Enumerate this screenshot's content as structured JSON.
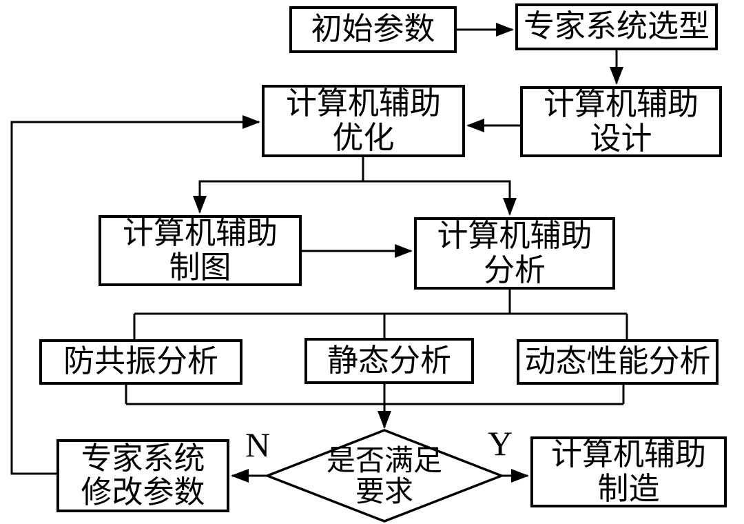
{
  "diagram": {
    "type": "flowchart",
    "colors": {
      "line": "#000000",
      "node_fill": "#ffffff",
      "background": "#ffffff"
    },
    "nodes": {
      "initial_params": {
        "label": "初始参数"
      },
      "expert_selection": {
        "label": "专家系统选型"
      },
      "cao": {
        "label": "计算机辅助\n优化"
      },
      "cad": {
        "label": "计算机辅助\n设计"
      },
      "drawing": {
        "label": "计算机辅助\n制图"
      },
      "analysis": {
        "label": "计算机辅助\n分析"
      },
      "anti_resonance": {
        "label": "防共振分析"
      },
      "static_analysis": {
        "label": "静态分析"
      },
      "dynamic_analysis": {
        "label": "动态性能分析"
      },
      "modify_params": {
        "label": "专家系统\n修改参数"
      },
      "cam": {
        "label": "计算机辅助\n制造"
      },
      "decision": {
        "label": "是否满足\n要求"
      }
    },
    "branch_labels": {
      "no": "N",
      "yes": "Y"
    },
    "edges": [
      {
        "from": "initial_params",
        "to": "expert_selection",
        "label": ""
      },
      {
        "from": "expert_selection",
        "to": "cad",
        "label": ""
      },
      {
        "from": "cad",
        "to": "cao",
        "label": ""
      },
      {
        "from": "cao",
        "to": "drawing",
        "label": ""
      },
      {
        "from": "cao",
        "to": "analysis",
        "label": ""
      },
      {
        "from": "drawing",
        "to": "analysis",
        "label": ""
      },
      {
        "from": "analysis",
        "to": "anti_resonance",
        "label": ""
      },
      {
        "from": "analysis",
        "to": "static_analysis",
        "label": ""
      },
      {
        "from": "analysis",
        "to": "dynamic_analysis",
        "label": ""
      },
      {
        "from": "anti_resonance",
        "to": "decision",
        "label": ""
      },
      {
        "from": "static_analysis",
        "to": "decision",
        "label": ""
      },
      {
        "from": "dynamic_analysis",
        "to": "decision",
        "label": ""
      },
      {
        "from": "decision",
        "to": "modify_params",
        "label": "N"
      },
      {
        "from": "decision",
        "to": "cam",
        "label": "Y"
      },
      {
        "from": "modify_params",
        "to": "cao",
        "label": ""
      }
    ]
  }
}
